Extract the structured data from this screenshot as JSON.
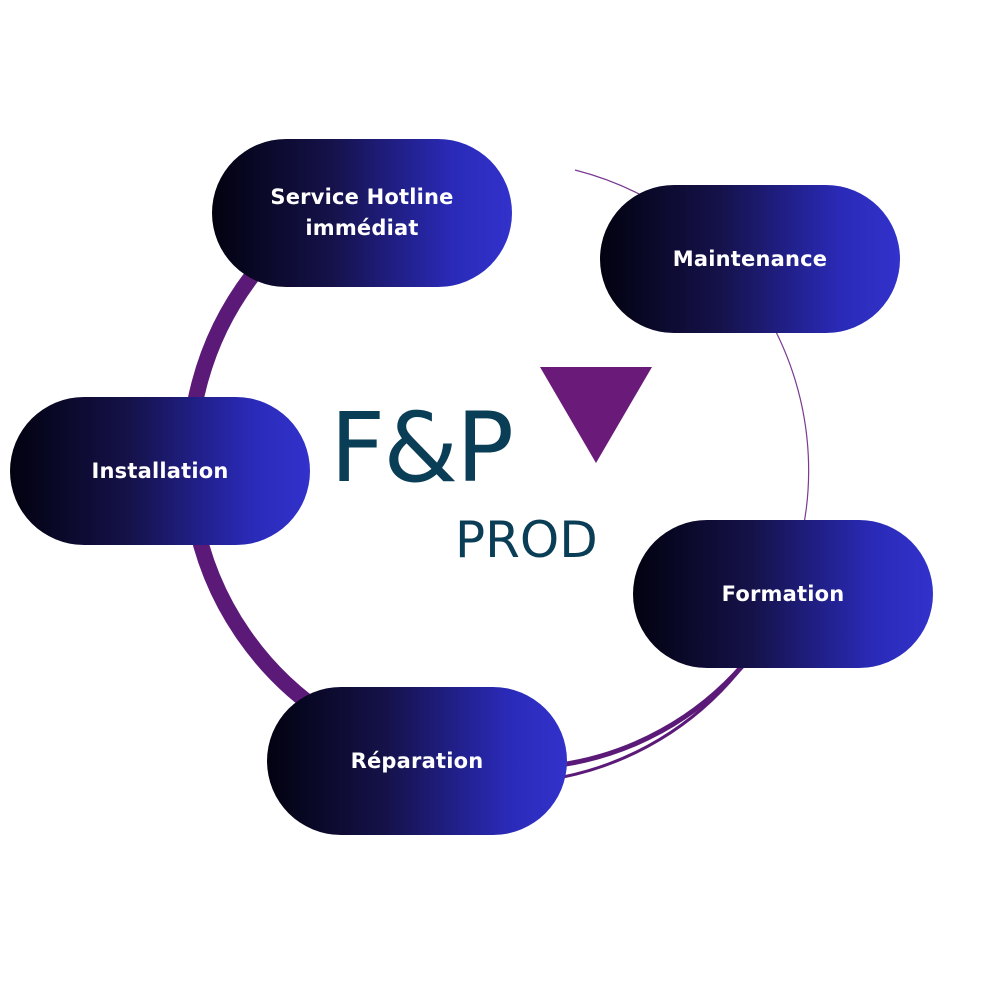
{
  "diagram": {
    "logo": {
      "main": "F&P",
      "sub": "PROD"
    },
    "nodes": [
      {
        "id": "hotline",
        "label": "Service Hotline\nimmédiat"
      },
      {
        "id": "maintenance",
        "label": "Maintenance"
      },
      {
        "id": "installation",
        "label": "Installation"
      },
      {
        "id": "formation",
        "label": "Formation"
      },
      {
        "id": "reparation",
        "label": "Réparation"
      }
    ],
    "colors": {
      "ring": "#5c1a78",
      "pill_start": "#020210",
      "pill_end": "#3232cc",
      "logo_text": "#0a3d56",
      "triangle": "#6a1b7a"
    }
  }
}
